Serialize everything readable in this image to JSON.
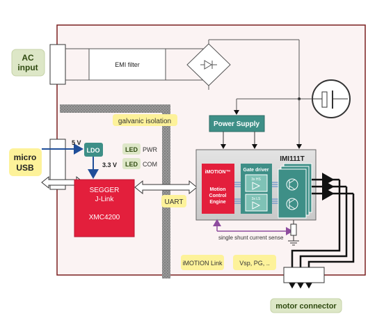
{
  "labels": {
    "ac_input_l1": "AC",
    "ac_input_l2": "input",
    "micro_usb_l1": "micro",
    "micro_usb_l2": "USB",
    "emi_filter": "EMI filter",
    "galvanic_isolation": "galvanic isolation",
    "power_supply": "Power Supply",
    "imi111t": "IMI111T",
    "v5": "5 V",
    "v33": "3.3 V",
    "ldo": "LDO",
    "led": "LED",
    "pwr": "PWR",
    "com": "COM",
    "segger_l1": "SEGGER",
    "segger_l2": "J-Link",
    "xmc4200": "XMC4200",
    "uart": "UART",
    "imotion": "iMOTION™",
    "mce_l1": "Motion",
    "mce_l2": "Control",
    "mce_l3": "Engine",
    "gate_driver": "Gate driver",
    "hs": "3x HS",
    "ls": "3x LS",
    "shunt": "single shunt current sense",
    "imotion_link": "iMOTION Link",
    "vsp": "Vsp, PG, ..",
    "motor_connector": "motor connector"
  },
  "colors": {
    "board_bg": "#fbf3f3",
    "board_border": "#7a1e1e",
    "green_box": "#dde7c7",
    "green_text": "#2f4a10",
    "yellow_box": "#fdf29a",
    "teal_box": "#3e8f87",
    "red_box": "#e31f3c",
    "chip_bg": "#d9d9d9",
    "mce_red": "#e31f3c",
    "arrow_blue": "#1f4e99",
    "arrow_purple": "#8e4c9e"
  }
}
